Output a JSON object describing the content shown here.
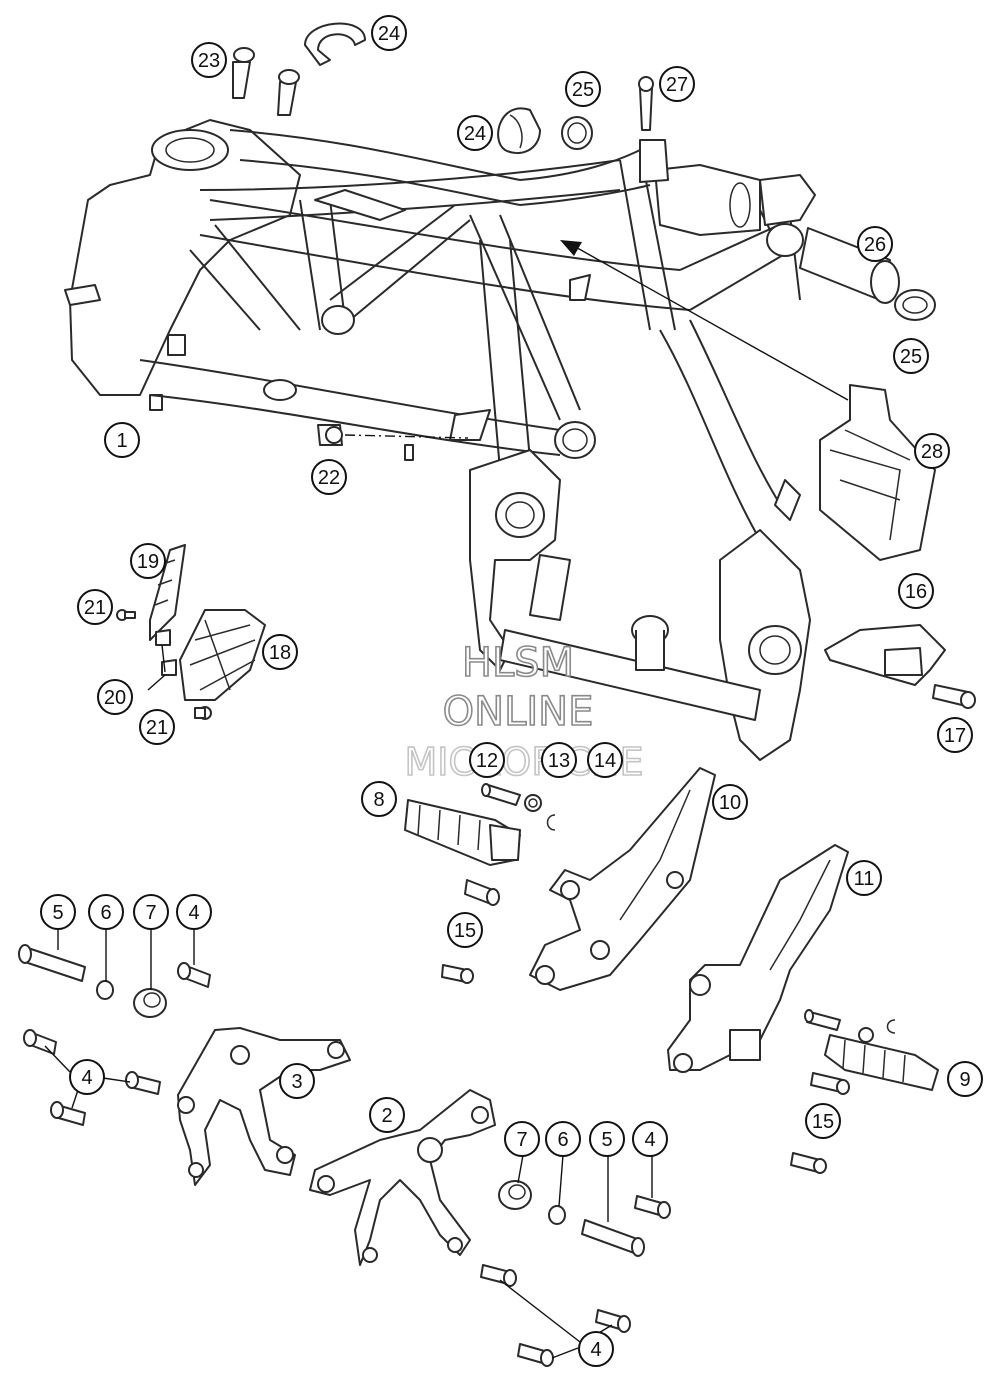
{
  "watermark": {
    "line1": "HLSM",
    "line2": "ONLINE",
    "line3": "MICROFICHE"
  },
  "callouts": [
    {
      "id": "c1",
      "label": "1"
    },
    {
      "id": "c2",
      "label": "2"
    },
    {
      "id": "c3",
      "label": "3"
    },
    {
      "id": "c4a",
      "label": "4"
    },
    {
      "id": "c4b",
      "label": "4"
    },
    {
      "id": "c4c",
      "label": "4"
    },
    {
      "id": "c4d",
      "label": "4"
    },
    {
      "id": "c5a",
      "label": "5"
    },
    {
      "id": "c5b",
      "label": "5"
    },
    {
      "id": "c6a",
      "label": "6"
    },
    {
      "id": "c6b",
      "label": "6"
    },
    {
      "id": "c7a",
      "label": "7"
    },
    {
      "id": "c7b",
      "label": "7"
    },
    {
      "id": "c8",
      "label": "8"
    },
    {
      "id": "c9",
      "label": "9"
    },
    {
      "id": "c10",
      "label": "10"
    },
    {
      "id": "c11",
      "label": "11"
    },
    {
      "id": "c12",
      "label": "12"
    },
    {
      "id": "c13",
      "label": "13"
    },
    {
      "id": "c14",
      "label": "14"
    },
    {
      "id": "c15a",
      "label": "15"
    },
    {
      "id": "c15b",
      "label": "15"
    },
    {
      "id": "c16",
      "label": "16"
    },
    {
      "id": "c17",
      "label": "17"
    },
    {
      "id": "c18",
      "label": "18"
    },
    {
      "id": "c19",
      "label": "19"
    },
    {
      "id": "c20",
      "label": "20"
    },
    {
      "id": "c21a",
      "label": "21"
    },
    {
      "id": "c21b",
      "label": "21"
    },
    {
      "id": "c22",
      "label": "22"
    },
    {
      "id": "c23",
      "label": "23"
    },
    {
      "id": "c24a",
      "label": "24"
    },
    {
      "id": "c24b",
      "label": "24"
    },
    {
      "id": "c25a",
      "label": "25"
    },
    {
      "id": "c25b",
      "label": "25"
    },
    {
      "id": "c26",
      "label": "26"
    },
    {
      "id": "c27",
      "label": "27"
    },
    {
      "id": "c28",
      "label": "28"
    }
  ]
}
